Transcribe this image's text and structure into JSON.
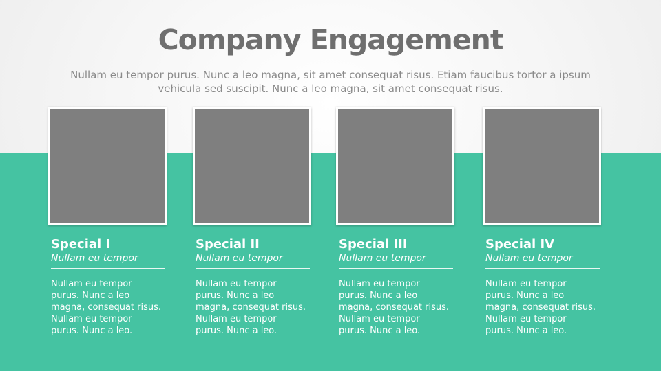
{
  "slide": {
    "title": "Company Engagement",
    "subtitle_lines": [
      "Nullam eu tempor purus. Nunc a leo magna, sit amet consequat risus. Etiam faucibus tortor a ipsum",
      "vehicula sed suscipit. Nunc a leo magna, sit amet consequat risus."
    ]
  },
  "colors": {
    "accent": "#45c3a2",
    "placeholder_image": "#7f7f7f",
    "title_text": "#6f6f6f",
    "subtitle_text": "#8a8a8a"
  },
  "cards": [
    {
      "title": "Special I",
      "subtitle": "Nullam eu tempor",
      "body_lines": [
        "Nullam eu tempor",
        "purus. Nunc a leo",
        "magna, consequat risus.",
        "Nullam eu tempor",
        "purus. Nunc a leo."
      ]
    },
    {
      "title": "Special II",
      "subtitle": "Nullam eu tempor",
      "body_lines": [
        "Nullam eu tempor",
        "purus. Nunc a leo",
        "magna, consequat risus.",
        "Nullam eu tempor",
        "purus. Nunc a leo."
      ]
    },
    {
      "title": "Special III",
      "subtitle": "Nullam eu tempor",
      "body_lines": [
        "Nullam eu tempor",
        "purus. Nunc a leo",
        "magna, consequat risus.",
        "Nullam eu tempor",
        "purus. Nunc a leo."
      ]
    },
    {
      "title": "Special IV",
      "subtitle": "Nullam eu tempor",
      "body_lines": [
        "Nullam eu tempor",
        "purus. Nunc a leo",
        "magna, consequat risus.",
        "Nullam eu tempor",
        "purus. Nunc a leo."
      ]
    }
  ]
}
